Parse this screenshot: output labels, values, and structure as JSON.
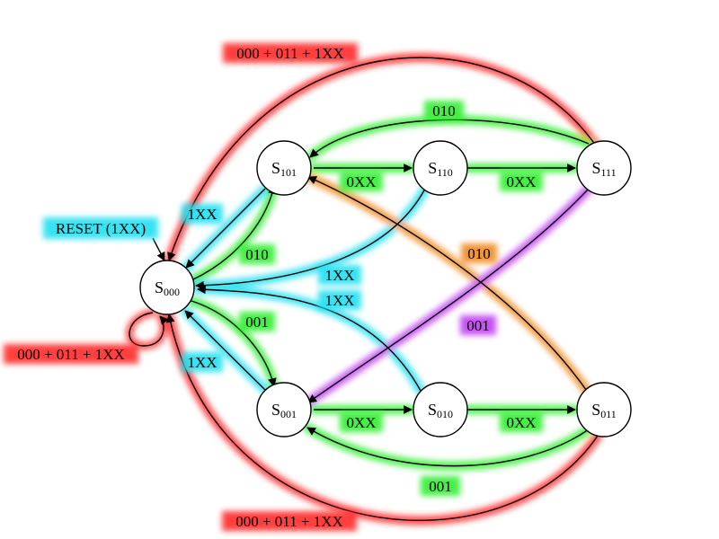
{
  "colors": {
    "red": "#ff2a2a",
    "green": "#33ee33",
    "cyan": "#22e0f0",
    "orange": "#f08a20",
    "purple": "#c040f0",
    "stroke": "#000000"
  },
  "diagram": {
    "reset_label": "RESET (1XX)",
    "states": [
      {
        "id": "s000",
        "prefix": "S",
        "sub": "000"
      },
      {
        "id": "s101",
        "prefix": "S",
        "sub": "101"
      },
      {
        "id": "s110",
        "prefix": "S",
        "sub": "110"
      },
      {
        "id": "s111",
        "prefix": "S",
        "sub": "111"
      },
      {
        "id": "s001",
        "prefix": "S",
        "sub": "001"
      },
      {
        "id": "s010",
        "prefix": "S",
        "sub": "010"
      },
      {
        "id": "s011",
        "prefix": "S",
        "sub": "011"
      }
    ],
    "labels": {
      "top_loop": "000 + 011 + 1XX",
      "bottom_loop": "000 + 011 + 1XX",
      "self_loop": "000 + 011 + 1XX",
      "t111_101": "010",
      "t101_110": "0XX",
      "t110_111": "0XX",
      "t101_000": "1XX",
      "t000_101": "010",
      "t110_000": "1XX",
      "t010_000": "1XX",
      "t011_101": "010",
      "t111_001": "001",
      "t000_001": "001",
      "t001_000": "1XX",
      "t001_010": "0XX",
      "t010_011": "0XX",
      "t011_001": "001"
    }
  }
}
